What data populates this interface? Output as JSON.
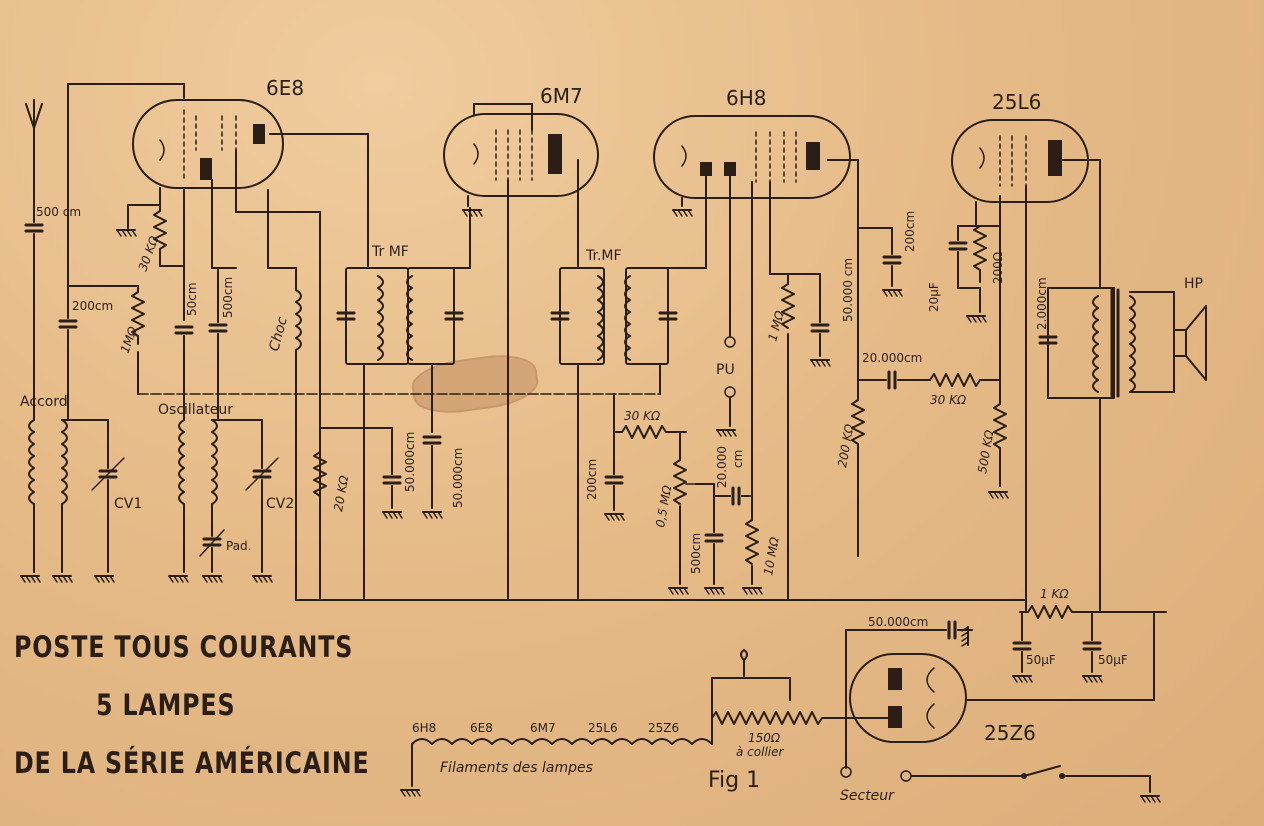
{
  "tubes": {
    "t1": "6E8",
    "t2": "6M7",
    "t3": "6H8",
    "t4": "25L6",
    "t5": "25Z6"
  },
  "labels": {
    "c500cm": "500 cm",
    "c200cm": "200cm",
    "r30k_a": "30 KΩ",
    "r1m_a": "1MΩ",
    "c50cm": "50cm",
    "c500cm_b": "500cm",
    "choc": "Choc",
    "trmf1": "Tr MF",
    "trmf2": "Tr.MF",
    "accord": "Accord",
    "oscillateur": "Oscillateur",
    "cv1": "CV1",
    "cv2": "CV2",
    "pad": "Pad.",
    "r20k": "20 KΩ",
    "c50000_a": "50.000cm",
    "c50000_b": "50.000cm",
    "c200cm_b": "200cm",
    "r30k_b": "30 KΩ",
    "pot": "0,5 MΩ",
    "c500cm_c": "500cm",
    "c20000_a": "20.000",
    "cm": "cm",
    "r10m": "10 MΩ",
    "pu": "PU",
    "r1m_b": "1 MΩ",
    "c50000_c": "50.000 cm",
    "c200cm_c": "200cm",
    "c20uf": "20μF",
    "r200": "200Ω",
    "r200k": "200 KΩ",
    "c20000_b": "20.000cm",
    "r30k_c": "30 KΩ",
    "r500k": "500 KΩ",
    "c2000": "2.000cm",
    "hp": "HP",
    "r1k": "1 KΩ",
    "c50000_d": "50.000cm",
    "c50uf_a": "50μF",
    "c50uf_b": "50μF",
    "r150": "150Ω",
    "collier": "à collier",
    "filaments": "Filaments des lampes",
    "secteur": "Secteur",
    "fig": "Fig 1"
  },
  "filament_chain": [
    "6H8",
    "6E8",
    "6M7",
    "25L6",
    "25Z6"
  ],
  "title_lines": [
    "POSTE TOUS COURANTS",
    "5 LAMPES",
    "DE LA SÉRIE AMÉRICAINE"
  ]
}
